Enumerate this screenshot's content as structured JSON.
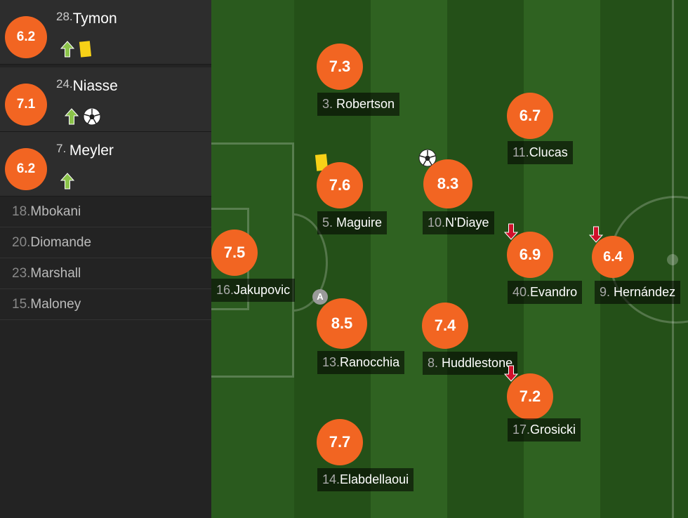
{
  "colors": {
    "rating_bg": "#f26522",
    "sidebar_bg": "#232323",
    "pitch_dark": "#26531a",
    "pitch_light": "#2f6221",
    "sub_in_arrow": "#8bc34a",
    "sub_out_arrow": "#d0102a",
    "yellow_card": "#f7d117"
  },
  "substitutes": [
    {
      "rating": "6.2",
      "number": "28.",
      "name": "Tymon",
      "icons": [
        "sub-in-arrow-icon",
        "yellow-card-icon"
      ]
    },
    {
      "rating": "7.1",
      "number": "24.",
      "name": "Niasse",
      "icons": [
        "sub-in-arrow-icon",
        "goal-ball-icon"
      ]
    },
    {
      "rating": "6.2",
      "number": "7. ",
      "name": "Meyler",
      "icons": [
        "sub-in-arrow-icon"
      ]
    }
  ],
  "bench": [
    {
      "number": "18.",
      "name": "Mbokani"
    },
    {
      "number": "20.",
      "name": "Diomande"
    },
    {
      "number": "23.",
      "name": "Marshall"
    },
    {
      "number": "15.",
      "name": "Maloney"
    }
  ],
  "pitch_players": [
    {
      "rating": "7.3",
      "number": "3. ",
      "name": "Robertson",
      "icons": []
    },
    {
      "rating": "6.7",
      "number": "11.",
      "name": "Clucas",
      "icons": []
    },
    {
      "rating": "7.6",
      "number": "5. ",
      "name": "Maguire",
      "icons": [
        "yellow-card-icon"
      ]
    },
    {
      "rating": "8.3",
      "number": "10.",
      "name": "N'Diaye",
      "icons": [
        "goal-ball-icon"
      ]
    },
    {
      "rating": "7.5",
      "number": "16.",
      "name": "Jakupovic",
      "icons": []
    },
    {
      "rating": "6.9",
      "number": "40.",
      "name": "Evandro",
      "icons": [
        "sub-out-arrow-icon"
      ]
    },
    {
      "rating": "6.4",
      "number": "9. ",
      "name": "Hernández",
      "icons": [
        "sub-out-arrow-icon"
      ]
    },
    {
      "rating": "8.5",
      "number": "13.",
      "name": "Ranocchia",
      "icons": [
        "captain-icon"
      ],
      "captain_letter": "A"
    },
    {
      "rating": "7.4",
      "number": "8. ",
      "name": "Huddlestone",
      "icons": []
    },
    {
      "rating": "7.2",
      "number": "17.",
      "name": "Grosicki",
      "icons": [
        "sub-out-arrow-icon"
      ]
    },
    {
      "rating": "7.7",
      "number": "14.",
      "name": "Elabdellaoui",
      "icons": []
    }
  ]
}
